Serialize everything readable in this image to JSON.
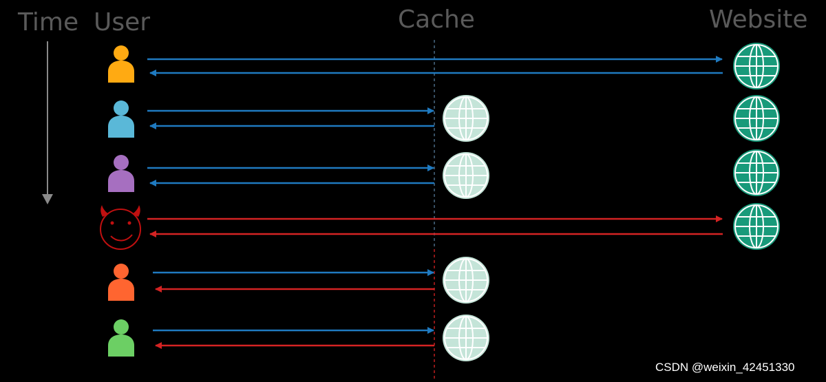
{
  "labels": {
    "time": "Time",
    "user": "User",
    "cache": "Cache",
    "website": "Website"
  },
  "watermark": "CSDN @weixin_42451330",
  "colors": {
    "background": "#000000",
    "label_text": "#5a5a5a",
    "time_axis": "#8a8a8a",
    "request_arrow": "#1f7ac0",
    "attack_arrow": "#d42323",
    "cache_line_clean": "#4a6a86",
    "cache_line_poisoned": "#c01f1f",
    "website_globe": "#189a7a",
    "cache_globe": "#c4e4d8",
    "attacker": "#c01010"
  },
  "rows": [
    {
      "user": "user-orange",
      "user_color": "#ffaa12",
      "request": "blue",
      "response": "blue",
      "target": "website"
    },
    {
      "user": "user-blue",
      "user_color": "#5ab8d8",
      "request": "blue",
      "response": "blue",
      "target": "cache"
    },
    {
      "user": "user-purple",
      "user_color": "#a66fc0",
      "request": "blue",
      "response": "blue",
      "target": "cache"
    },
    {
      "user": "attacker-devil",
      "user_color": "#c01010",
      "request": "red",
      "response": "red",
      "target": "website"
    },
    {
      "user": "user-red-orange",
      "user_color": "#ff6530",
      "request": "blue",
      "response": "red",
      "target": "cache"
    },
    {
      "user": "user-green",
      "user_color": "#6ccf64",
      "request": "blue",
      "response": "red",
      "target": "cache"
    }
  ],
  "website_globes": [
    "row1",
    "row2",
    "row3",
    "row4"
  ],
  "icons": [
    "person-icon",
    "devil-icon",
    "globe-icon",
    "arrow-icon"
  ]
}
